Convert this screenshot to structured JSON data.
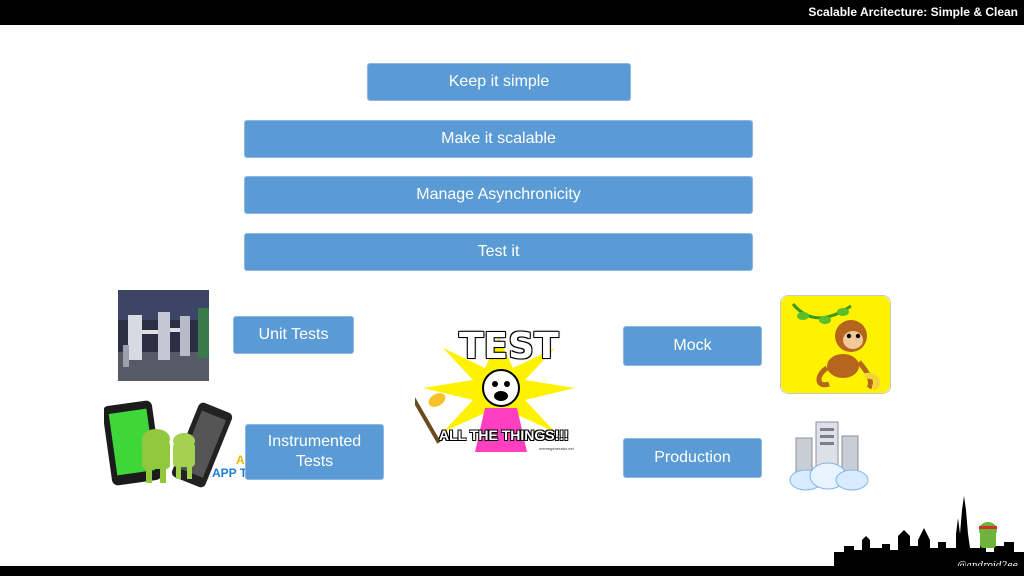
{
  "slide": {
    "title": "Scalable Arcitecture: Simple & Clean",
    "principles": [
      "Keep it simple",
      "Make it scalable",
      "Manage Asynchronicity",
      "Test it"
    ],
    "tests": {
      "unit": "Unit Tests",
      "instrumented": "Instrumented\nTests"
    },
    "env": {
      "mock": "Mock",
      "production": "Production"
    },
    "meme": {
      "top": "TEST",
      "bottom": "ALL THE THINGS!!!",
      "watermark": "memegenerator.net"
    },
    "android_image_text": [
      "A",
      "APP T"
    ],
    "credit": "@android2ee"
  },
  "colors": {
    "box": "#5b9bd5",
    "bar": "#000000"
  }
}
